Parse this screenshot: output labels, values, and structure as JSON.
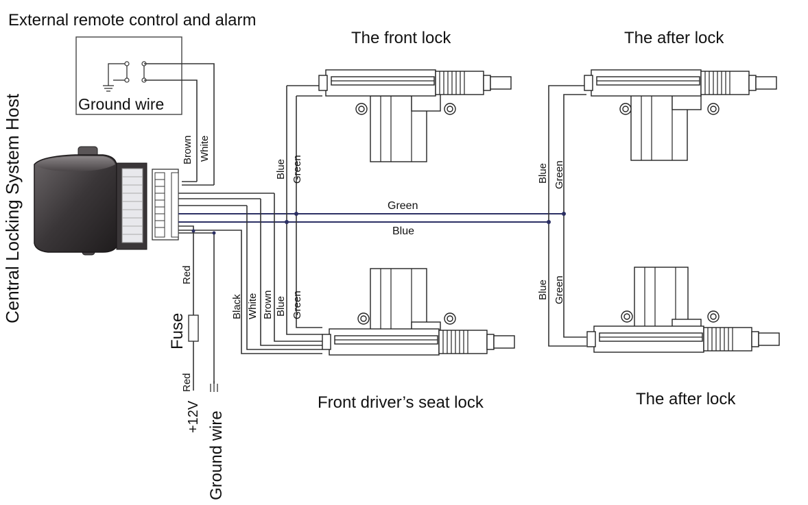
{
  "labels": {
    "remote_title": "External remote control and alarm",
    "ground_wire_top": "Ground wire",
    "host": "Central Locking System Host",
    "front_lock": "The front lock",
    "after_lock_top": "The after lock",
    "driver_lock": "Front driver’s seat lock",
    "after_lock_bottom": "The after lock",
    "fuse": "Fuse",
    "plus12v": "+12V",
    "ground_wire_bottom": "Ground wire"
  },
  "wires": {
    "brown": "Brown",
    "white": "White",
    "green_bus": "Green",
    "blue_bus": "Blue",
    "red_upper": "Red",
    "red_lower": "Red",
    "front_blue": "Blue",
    "front_green": "Green",
    "rear_top_blue": "Blue",
    "rear_top_green": "Green",
    "rear_bottom_blue": "Blue",
    "rear_bottom_green": "Green",
    "driver_black": "Black",
    "driver_white": "White",
    "driver_brown": "Brown",
    "driver_blue": "Blue",
    "driver_green": "Green"
  },
  "colors": {
    "wire": "#333333",
    "bus": "#2b2f63",
    "host_box": "#3a3638"
  }
}
